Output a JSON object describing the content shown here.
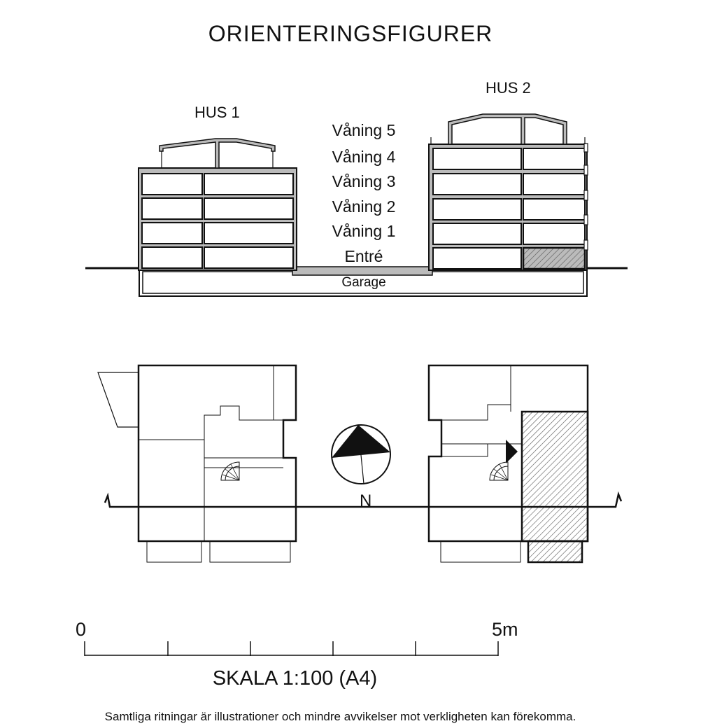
{
  "title": "ORIENTERINGSFIGURER",
  "section": {
    "house1_label": "HUS 1",
    "house2_label": "HUS 2",
    "floors": [
      "Våning 5",
      "Våning 4",
      "Våning 3",
      "Våning 2",
      "Våning 1",
      "Entré"
    ],
    "garage_label": "Garage"
  },
  "compass": {
    "north_label": "N"
  },
  "scale": {
    "start_label": "0",
    "end_label": "5m",
    "caption": "SKALA 1:100 (A4)"
  },
  "footnote": "Samtliga ritningar är illustrationer och mindre avvikelser mot verkligheten kan förekomma."
}
